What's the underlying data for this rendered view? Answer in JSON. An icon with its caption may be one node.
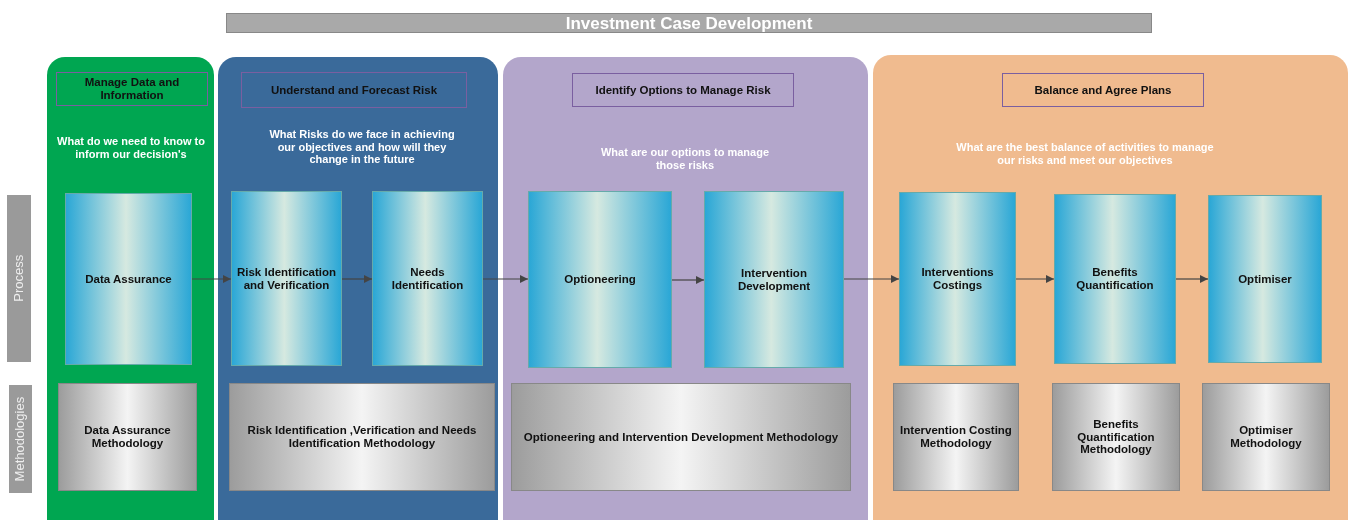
{
  "diagram": {
    "title": "Investment Case Development",
    "nodes": [
      {
        "text": [
          "Process"
        ]
      },
      {
        "text": [
          "Methodologies"
        ]
      },
      {
        "text": [
          "What do we need to know to inform our decision's"
        ]
      },
      {
        "text": [
          "Manage Data and Information"
        ],
        "in": 2
      },
      {
        "text": [
          "Data Assurance"
        ],
        "in": 2
      },
      {
        "text": [
          "Data Assurance Methodology"
        ],
        "in": 2
      },
      {
        "text": [
          "What Risks do we face in achieving our objectives and how will they change in the future"
        ]
      },
      {
        "text": [
          "Understand and Forecast Risk"
        ],
        "in": 6
      },
      {
        "text": [
          "Risk Identification and Verification"
        ],
        "in": 6
      },
      {
        "text": [
          "Needs Identification"
        ],
        "in": 6
      },
      {
        "text": [
          "Risk Identification ,Verification and Needs Identification Methodology"
        ],
        "in": 6
      },
      {
        "text": [
          "What are our options to manage those risks"
        ]
      },
      {
        "text": [
          "Identify Options to Manage Risk"
        ],
        "in": 11
      },
      {
        "text": [
          "Optioneering"
        ],
        "in": 11
      },
      {
        "text": [
          "Intervention Development"
        ],
        "in": 11
      },
      {
        "text": [
          "Optioneering and Intervention Development Methodology"
        ],
        "in": 11
      },
      {
        "text": [
          "What are the best balance of activities to manage our risks and meet our objectives"
        ]
      },
      {
        "text": [
          "Balance and Agree Plans"
        ],
        "in": 16
      },
      {
        "text": [
          "Interventions Costings"
        ],
        "in": 16
      },
      {
        "text": [
          "Benefits Quantification"
        ],
        "in": 16
      },
      {
        "text": [
          "Optimiser"
        ],
        "in": 16
      },
      {
        "text": [
          "Intervention Costing Methodology"
        ],
        "in": 16
      },
      {
        "text": [
          "Benefits Quantification Methodology"
        ],
        "in": 16
      },
      {
        "text": [
          "Optimiser Methodology"
        ],
        "in": 16
      }
    ],
    "edges": [
      {
        "from": 4,
        "to": 8,
        "arrow": "to"
      },
      {
        "from": 8,
        "to": 9,
        "arrow": "to"
      },
      {
        "from": 9,
        "to": 13,
        "arrow": "to"
      },
      {
        "from": 13,
        "to": 14,
        "arrow": "to"
      },
      {
        "from": 14,
        "to": 18,
        "arrow": "to"
      },
      {
        "from": 18,
        "to": 19,
        "arrow": "to"
      },
      {
        "from": 19,
        "to": 20,
        "arrow": "to"
      }
    ]
  }
}
